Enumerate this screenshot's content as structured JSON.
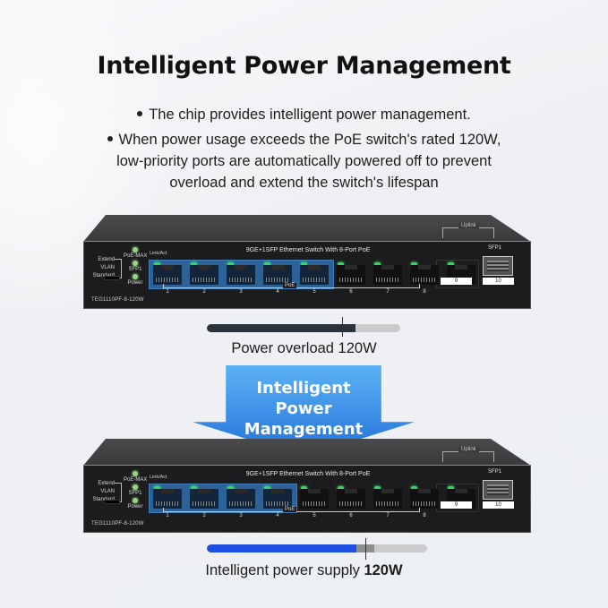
{
  "title": "Intelligent Power Management",
  "bullets": [
    "The chip provides intelligent power management.",
    "When power usage exceeds the PoE switch's rated 120W, low-priority ports are automatically powered off to prevent overload and extend the switch's lifespan"
  ],
  "switch": {
    "heading": "9GE+1SFP Ethernet Switch With 8-Port PoE",
    "model": "TEG1110PF-8-120W",
    "mode_labels": [
      "Extend",
      "VLAN",
      "Standard"
    ],
    "led_labels": [
      "PoE-MAX",
      "SFP1",
      "Power"
    ],
    "link_act_label": "Link/Act",
    "poe_label": "PoE",
    "uplink_label": "Uplink",
    "sfp_label": "SFP1",
    "port_numbers": [
      "1",
      "2",
      "3",
      "4",
      "5",
      "6",
      "7",
      "8",
      "9",
      "10"
    ]
  },
  "before": {
    "highlighted_poe_ports": 5,
    "bar_fill_percent": 77,
    "bar_color": "#2a323b",
    "marker_percent": 70,
    "caption": "Power overload 120W"
  },
  "arrow": {
    "line1": "Intelligent",
    "line2": "Power",
    "line3": "Management",
    "color": "#3d8ee6"
  },
  "after": {
    "highlighted_poe_ports": 4,
    "bar_fill_percent": 68,
    "bar_color": "#1f4fe0",
    "marker_percent": 72,
    "caption_prefix": "Intelligent power supply",
    "caption_value": "120W"
  }
}
